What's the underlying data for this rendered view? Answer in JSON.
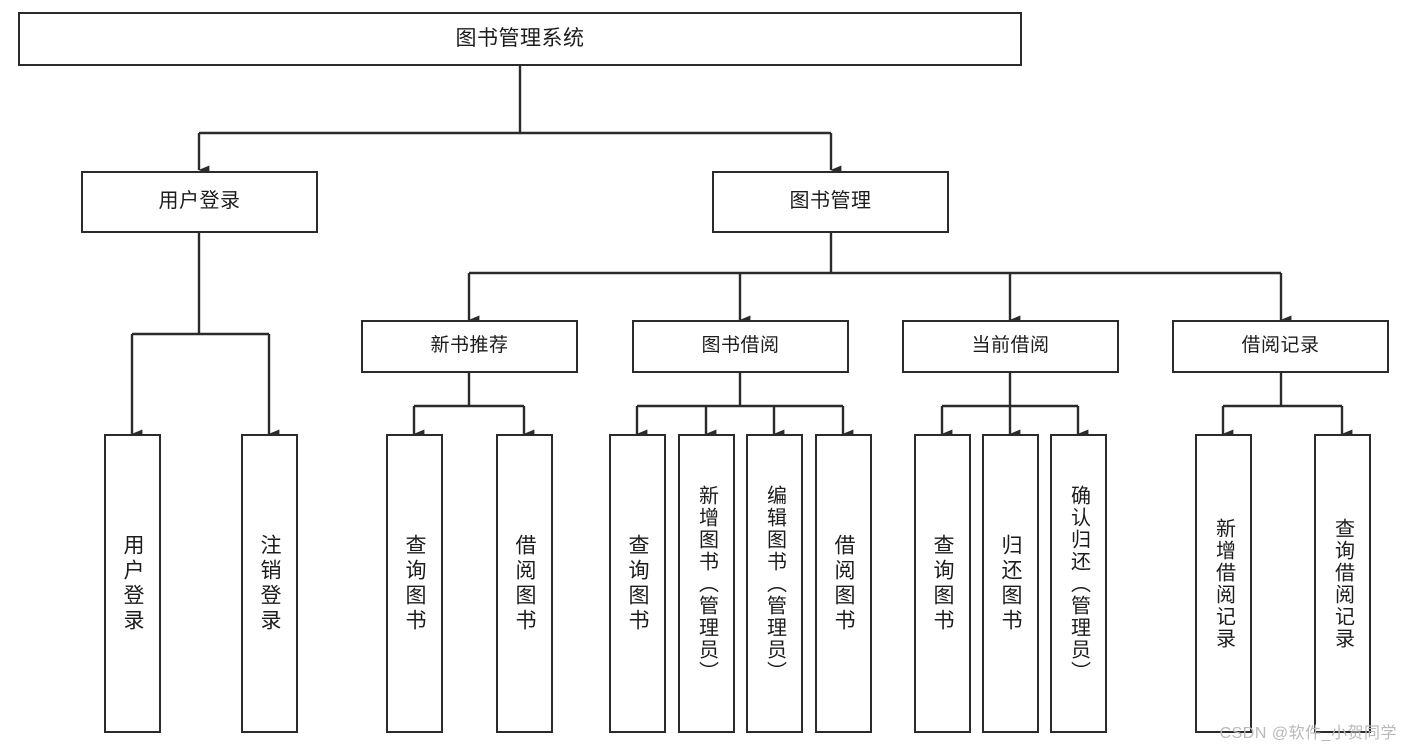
{
  "diagram": {
    "title": "图书管理系统",
    "type": "tree-hierarchy",
    "stroke_color": "#2b2b2b",
    "fill_color": "#ffffff",
    "watermark": "CSDN @软件_小贺同学",
    "root": {
      "label": "图书管理系统"
    },
    "level1": [
      {
        "label": "用户登录"
      },
      {
        "label": "图书管理"
      }
    ],
    "level2": [
      {
        "label": "新书推荐"
      },
      {
        "label": "图书借阅"
      },
      {
        "label": "当前借阅"
      },
      {
        "label": "借阅记录"
      }
    ],
    "leaves": {
      "user_login": [
        {
          "label": "用户登录"
        },
        {
          "label": "注销登录"
        }
      ],
      "new_book_recommend": [
        {
          "label": "查询图书"
        },
        {
          "label": "借阅图书"
        }
      ],
      "book_borrow": [
        {
          "label": "查询图书"
        },
        {
          "label": "新增图书（管理员）"
        },
        {
          "label": "编辑图书（管理员）"
        },
        {
          "label": "借阅图书"
        }
      ],
      "current_borrow": [
        {
          "label": "查询图书"
        },
        {
          "label": "归还图书"
        },
        {
          "label": "确认归还（管理员）"
        }
      ],
      "borrow_record": [
        {
          "label": "新增借阅记录"
        },
        {
          "label": "查询借阅记录"
        }
      ]
    }
  }
}
